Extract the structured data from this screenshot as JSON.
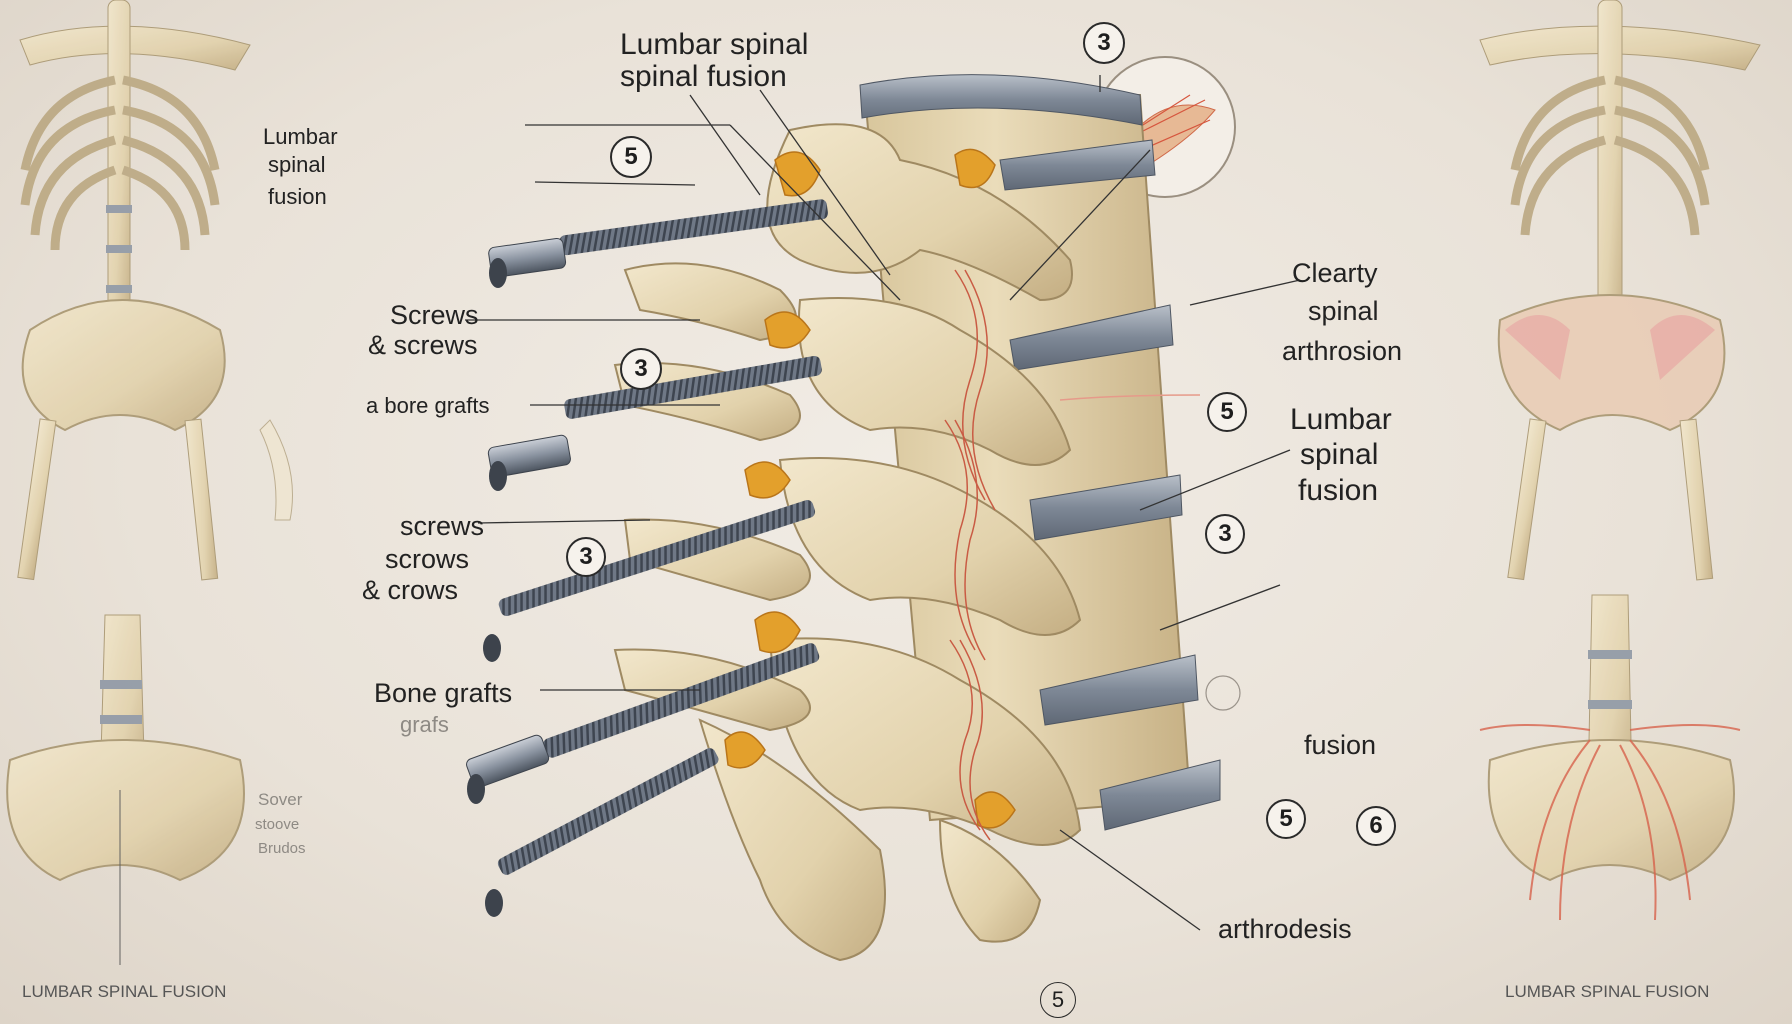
{
  "labels": {
    "lumbar_spinal": "Lumbar spinal",
    "spinal_fusion": "spinal fusion",
    "left_lumbar": "Lumbar",
    "left_spinal": "spinal",
    "left_fusion": "fusion",
    "screws_1": "Screws",
    "screws_2": "& screws",
    "bore_grafts": "a bore grafts",
    "screws_3": "screws",
    "scrows": "scrows",
    "crows": "& crows",
    "bone_grafts": "Bone grafts",
    "grafts_faint": "grafs",
    "clearty": "Clearty",
    "right_spinal": "spinal",
    "arthrosion": "arthrosion",
    "right_lumbar": "Lumbar",
    "right_spinal_2": "spinal",
    "right_fusion": "fusion",
    "fusion": "fusion",
    "arthrodesis": "arthrodesis",
    "sover": "Sover",
    "stoove": "stoove",
    "brudos": "Brudos",
    "bottom_left_caption": "LUMBAR SPINAL FUSION",
    "bottom_right_caption": "LUMBAR SPINAL FUSION"
  },
  "badges": {
    "top_center": "3",
    "top_left": "5",
    "mid_left": "3",
    "lower_left": "3",
    "right_mid": "5",
    "right_lower": "3",
    "right_bottom_a": "5",
    "right_bottom_b": "6",
    "bottom_center": "5"
  },
  "colors": {
    "bone": "#e6d7b4",
    "bone_shadow": "#b9a47a",
    "disc": "#8e97a3",
    "screw": "#7d8694",
    "graft_orange": "#e3a02c",
    "nerve_red": "#c95b44",
    "ink": "#222222"
  }
}
